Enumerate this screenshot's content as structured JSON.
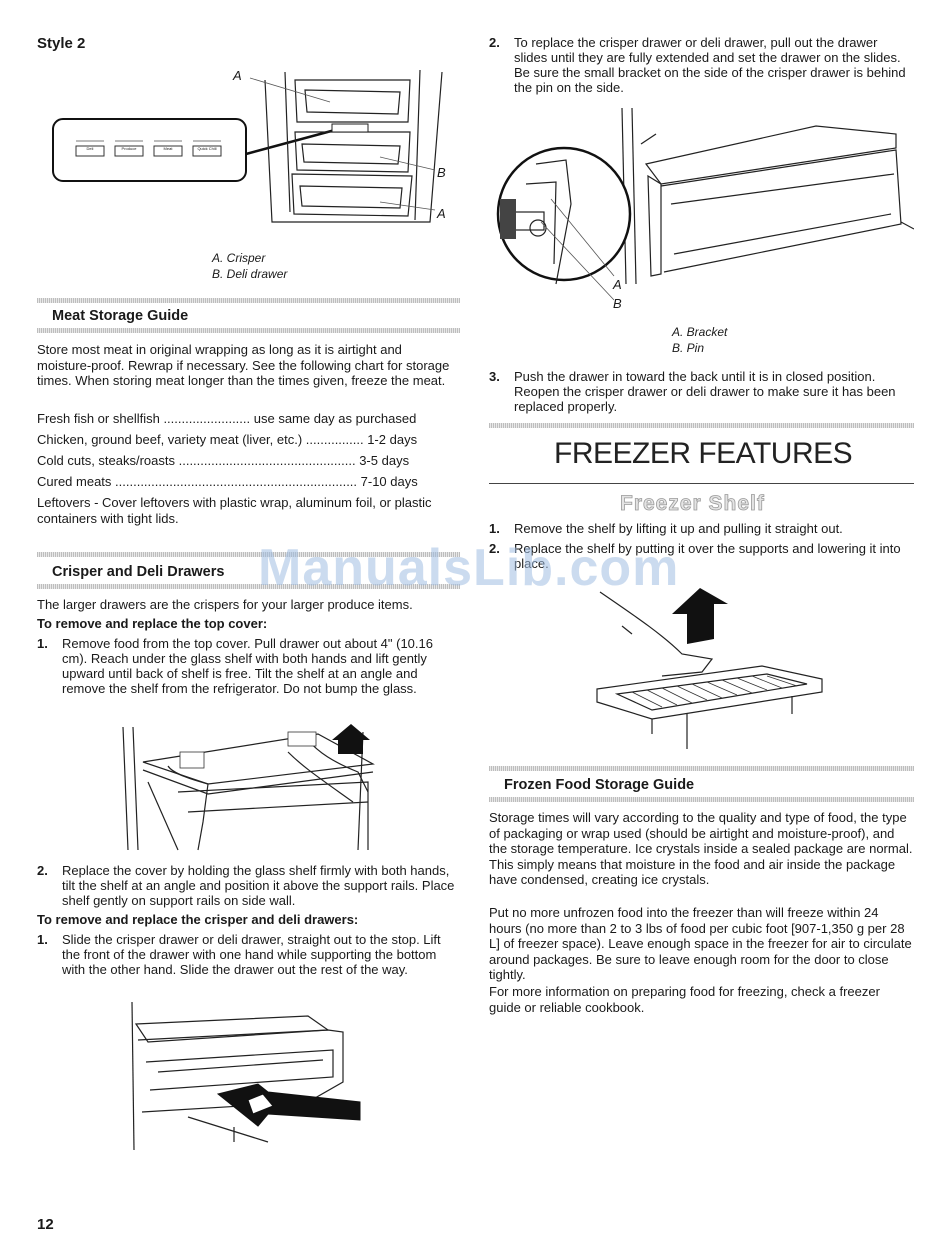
{
  "page": {
    "number": "12",
    "watermark": "ManualsLib.com"
  },
  "left": {
    "style_heading": "Style 2",
    "fig1": {
      "label_a_top": "A",
      "label_b": "B",
      "label_a_bottom": "A",
      "panel_buttons": [
        "Deli",
        "Produce",
        "Meat",
        "Quick Chill"
      ],
      "caption": [
        "A. Crisper",
        "B. Deli drawer"
      ]
    },
    "meat": {
      "title": "Meat Storage Guide",
      "intro": "Store most meat in original wrapping as long as it is airtight and moisture-proof. Rewrap if necessary. See the following chart for storage times. When storing meat longer than the times given, freeze the meat.",
      "rows": [
        {
          "item": "Fresh fish or shellfish",
          "time": "use same day as purchased"
        },
        {
          "item": "Chicken, ground beef, variety meat (liver, etc.)",
          "time": "1-2 days"
        },
        {
          "item": "Cold cuts, steaks/roasts",
          "time": "3-5 days"
        },
        {
          "item": "Cured meats",
          "time": "7-10 days"
        }
      ],
      "leftovers": "Leftovers - Cover leftovers with plastic wrap, aluminum foil, or plastic containers with tight lids."
    },
    "crisper": {
      "title": "Crisper and Deli Drawers",
      "intro": "The larger drawers are the crispers for your larger produce items.",
      "sub1": "To remove and replace the top cover:",
      "step1_num": "1.",
      "step1": "Remove food from the top cover. Pull drawer out about 4\" (10.16 cm). Reach under the glass shelf with both hands and lift gently upward until back of shelf is free. Tilt the shelf at an angle and remove the shelf from the refrigerator. Do not bump the glass.",
      "step2_num": "2.",
      "step2": "Replace the cover by holding the glass shelf firmly with both hands, tilt the shelf at an angle and position it above the support rails. Place shelf gently on support rails on side wall.",
      "sub2": "To remove and replace the crisper and deli drawers:",
      "step3_num": "1.",
      "step3": "Slide the crisper drawer or deli drawer, straight out to the stop. Lift the front of the drawer with one hand while supporting the bottom with the other hand. Slide the drawer out the rest of the way."
    }
  },
  "right": {
    "step2_num": "2.",
    "step2": "To replace the crisper drawer or deli drawer, pull out the drawer slides until they are fully extended and set the drawer on the slides. Be sure the small bracket on the side of the crisper drawer is behind the pin on the side.",
    "fig_labels": {
      "a": "A",
      "b": "B"
    },
    "fig_caption": [
      "A. Bracket",
      "B. Pin"
    ],
    "step3_num": "3.",
    "step3": "Push the drawer in toward the back until it is in closed position. Reopen the crisper drawer or deli drawer to make sure it has been replaced properly.",
    "freezer_title": "FREEZER FEATURES",
    "shelf": {
      "title": "Freezer Shelf",
      "step1_num": "1.",
      "step1": "Remove the shelf by lifting it up and pulling it straight out.",
      "step2_num": "2.",
      "step2": "Replace the shelf by putting it over the supports and lowering it into place."
    },
    "frozen": {
      "title": "Frozen Food Storage Guide",
      "p1": "Storage times will vary according to the quality and type of food, the type of packaging or wrap used (should be airtight and moisture-proof), and the storage temperature. Ice crystals inside a sealed package are normal. This simply means that moisture in the food and air inside the package have condensed, creating ice crystals.",
      "p2": "Put no more unfrozen food into the freezer than will freeze within 24 hours (no more than 2 to 3 lbs of food per cubic foot [907-1,350 g per 28 L] of freezer space). Leave enough space in the freezer for air to circulate around packages. Be sure to leave enough room for the door to close tightly.",
      "p3": "For more information on preparing food for freezing, check a freezer guide or reliable cookbook."
    }
  }
}
